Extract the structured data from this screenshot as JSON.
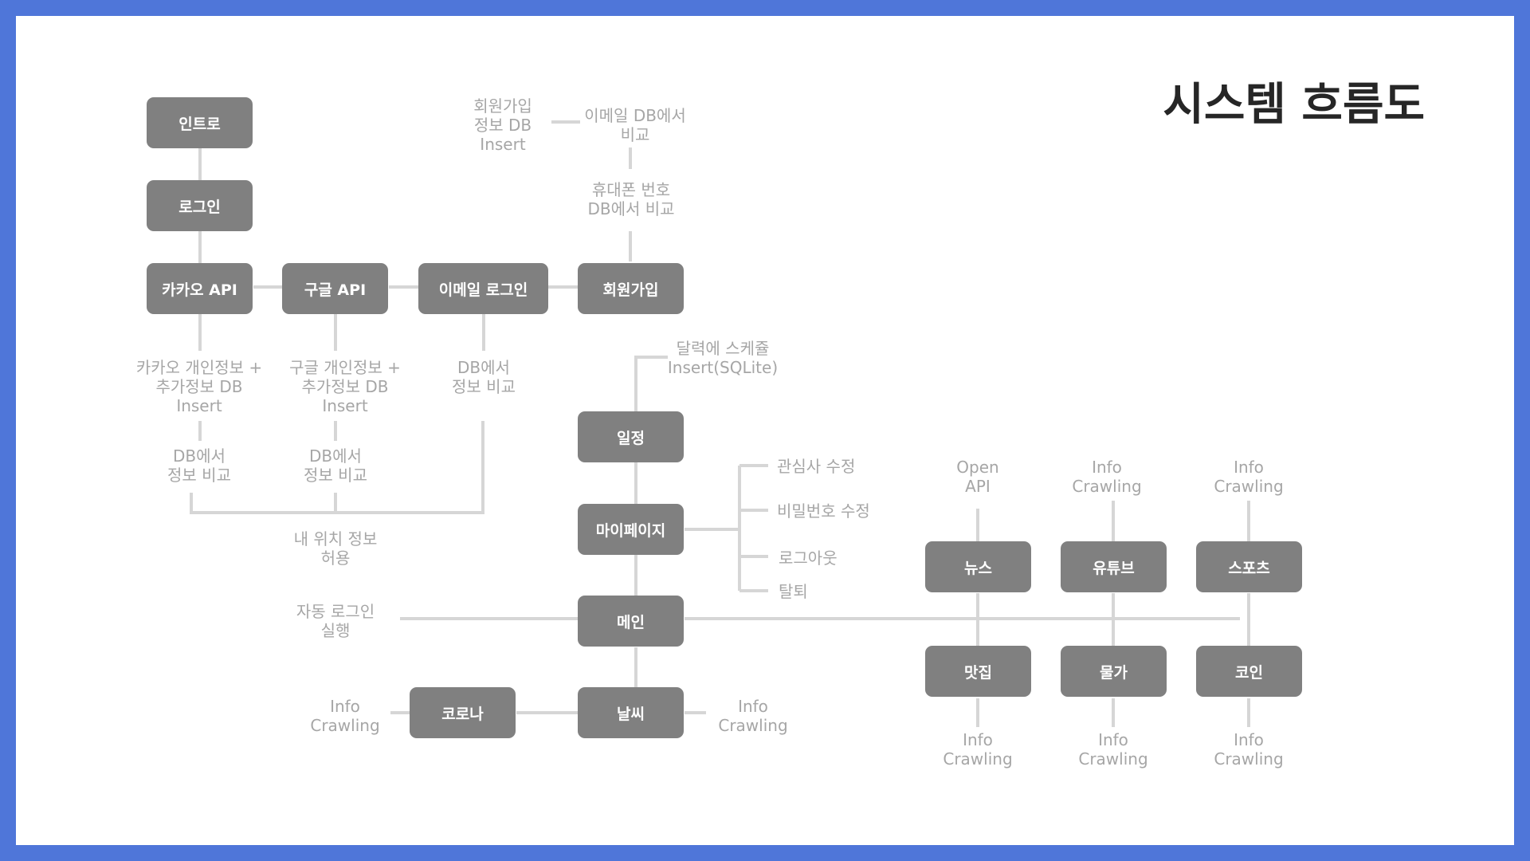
{
  "title": "시스템 흐름도",
  "colors": {
    "frame": "#4f76d9",
    "box": "#808080",
    "note": "#a6a6a6",
    "line": "#d6d6d6"
  },
  "boxes": {
    "intro": "인트로",
    "login": "로그인",
    "kakao_api": "카카오 API",
    "google_api": "구글 API",
    "email_login": "이메일 로그인",
    "signup": "회원가입",
    "schedule": "일정",
    "mypage": "마이페이지",
    "main": "메인",
    "weather": "날씨",
    "corona": "코로나",
    "news": "뉴스",
    "youtube": "유튜브",
    "sports": "스포츠",
    "restaurant": "맛집",
    "prices": "물가",
    "coin": "코인"
  },
  "notes": {
    "signup_insert": "회원가입\n정보 DB\nInsert",
    "email_compare": "이메일 DB에서\n비교",
    "phone_compare": "휴대폰 번호\nDB에서 비교",
    "kakao_insert": "카카오 개인정보 +\n추가정보 DB\nInsert",
    "google_insert": "구글 개인정보 +\n추가정보 DB\nInsert",
    "email_db_compare": "DB에서\n정보 비교",
    "kakao_db_compare": "DB에서\n정보 비교",
    "google_db_compare": "DB에서\n정보 비교",
    "location_permission": "내 위치 정보\n허용",
    "calendar_insert": "달력에 스케쥴\nInsert(SQLite)",
    "interest_edit": "관심사 수정",
    "password_edit": "비밀번호 수정",
    "logout": "로그아웃",
    "withdraw": "탈퇴",
    "auto_login": "자동 로그인\n실행",
    "corona_crawl": "Info\nCrawling",
    "weather_crawl": "Info\nCrawling",
    "news_source": "Open\nAPI",
    "youtube_crawl": "Info\nCrawling",
    "sports_crawl": "Info\nCrawling",
    "restaurant_crawl": "Info\nCrawling",
    "prices_crawl": "Info\nCrawling",
    "coin_crawl": "Info\nCrawling"
  }
}
